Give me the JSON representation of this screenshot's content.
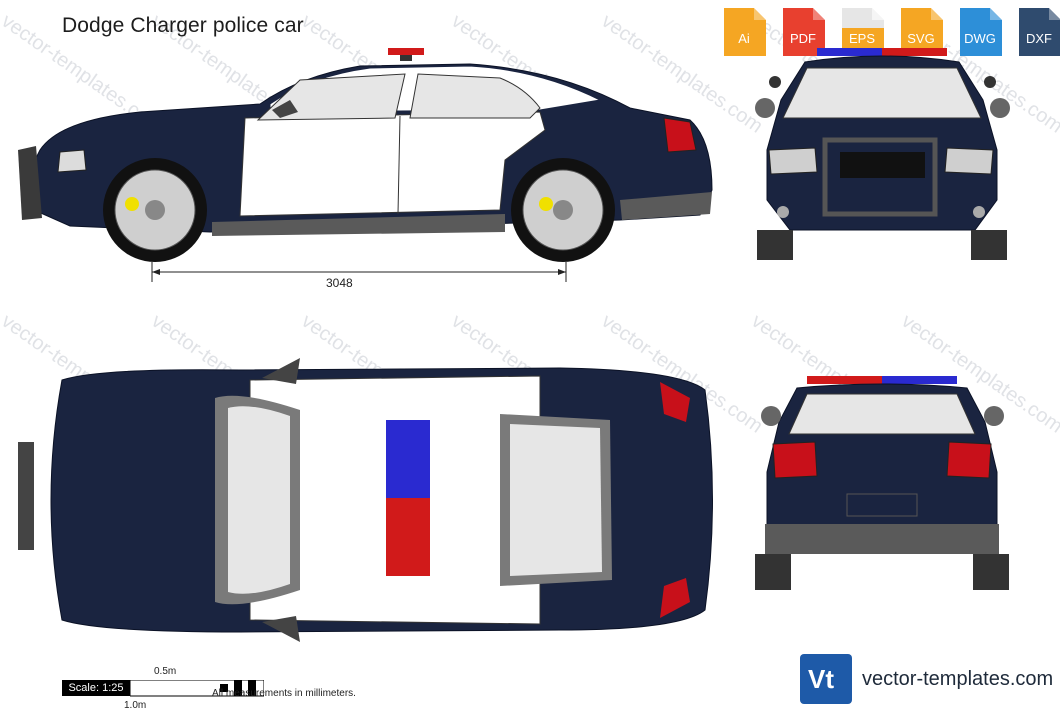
{
  "title": "Dodge Charger police car",
  "formats": [
    {
      "label": "Ai",
      "color": "#f5a623"
    },
    {
      "label": "PDF",
      "color": "#e8402f"
    },
    {
      "label": "EPS",
      "color": "#e6e6e6"
    },
    {
      "label": "SVG",
      "color": "#f5a623"
    },
    {
      "label": "DWG",
      "color": "#2d8fd8"
    },
    {
      "label": "DXF",
      "color": "#2f4b6e"
    }
  ],
  "watermark_text": "vector-templates.com",
  "dimension": "3048",
  "scale": {
    "label": "Scale: 1:25",
    "half": "0.5m",
    "full": "1.0m"
  },
  "note": "All measurements in millimeters.",
  "brand": {
    "text": "vector-templates.com",
    "logo": "Vt"
  },
  "colors": {
    "body": "#1a2440",
    "white": "#ffffff",
    "trim": "#5a5a5a",
    "red": "#d11a1a",
    "blue": "#2a2ad0"
  }
}
